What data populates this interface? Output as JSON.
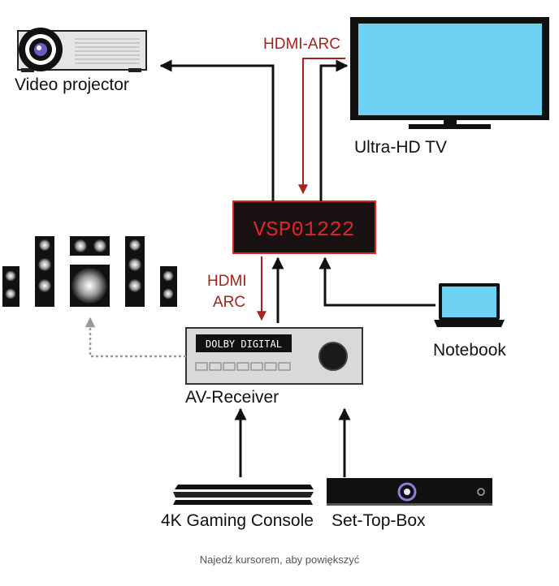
{
  "devices": {
    "projector": "Video projector",
    "tv": "Ultra-HD TV",
    "switch": "VSP01222",
    "notebook": "Notebook",
    "receiver": "AV-Receiver",
    "receiver_display": "DOLBY DIGITAL",
    "console": "4K Gaming Console",
    "settopbox": "Set-Top-Box"
  },
  "connections": {
    "hdmi_arc_top": "HDMI-ARC",
    "hdmi_left_line1": "HDMI",
    "hdmi_left_line2": "ARC"
  },
  "caption": "Najedź kursorem, aby powiększyć",
  "colors": {
    "arc_red": "#a3231f",
    "switch_bg": "#1a1212",
    "switch_text": "#d8262b",
    "tv_screen": "#6fd1f1"
  }
}
